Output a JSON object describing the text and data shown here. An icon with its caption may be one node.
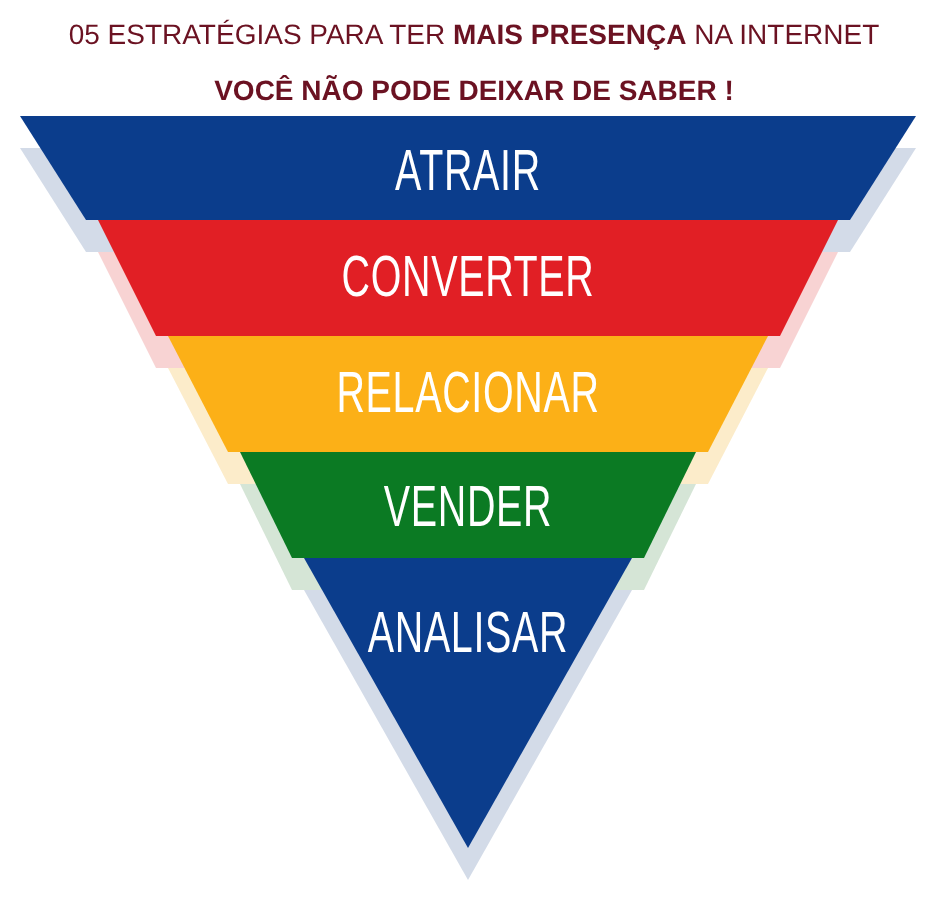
{
  "diagram": {
    "title": "05 ESTRATÉGIAS PARA TER **MAIS PRESENÇA** NA INTERNET",
    "nodes": [
      {
        "text": [
          "ATRAIR"
        ]
      },
      {
        "text": [
          "CONVERTER"
        ]
      },
      {
        "text": [
          "RELACIONAR"
        ]
      },
      {
        "text": [
          "VENDER"
        ]
      },
      {
        "text": [
          "ANALISAR"
        ]
      }
    ],
    "labels": [
      "VOCÊ NÃO PODE DEIXAR DE SABER !"
    ]
  }
}
